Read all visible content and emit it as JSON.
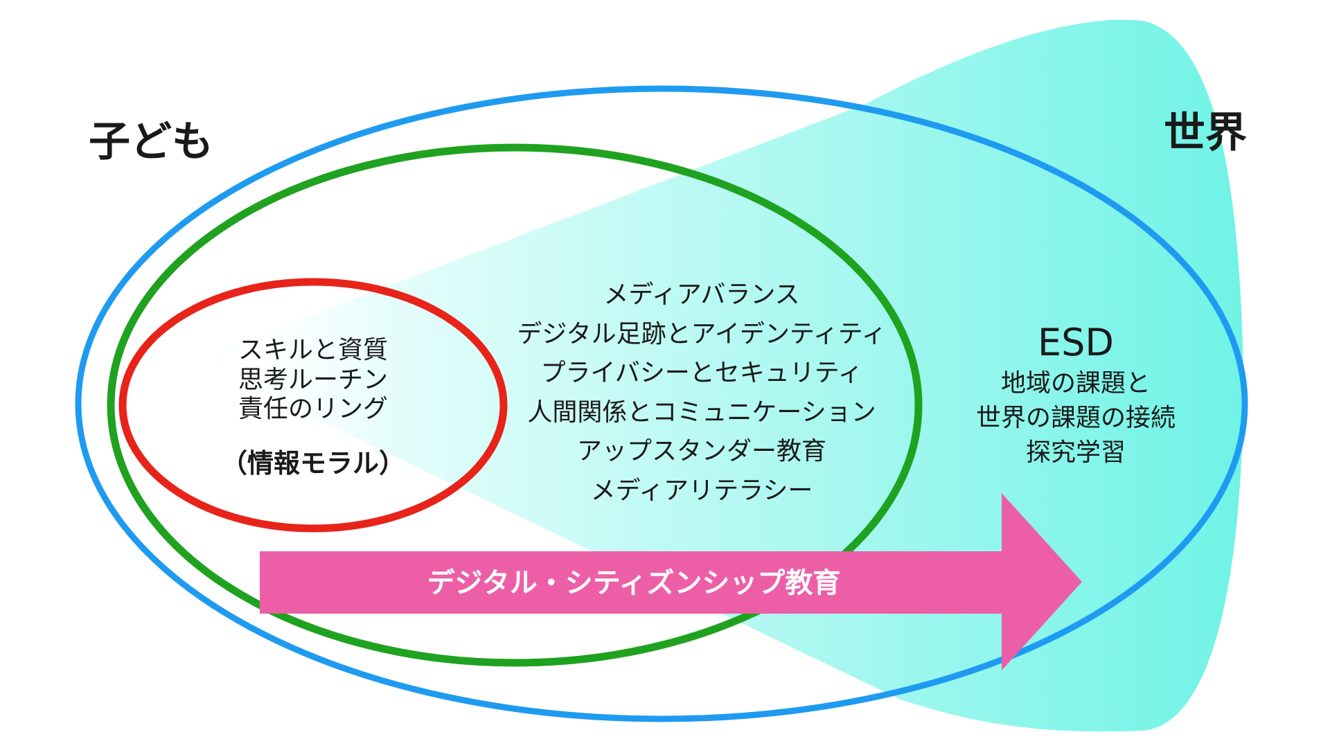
{
  "labels": {
    "child": "子ども",
    "world": "世界"
  },
  "inner_ring": {
    "lines": [
      "スキルと資質",
      "思考ルーチン",
      "責任のリング"
    ],
    "emphasis": "（情報モラル）"
  },
  "middle_ring": {
    "lines": [
      "メディアバランス",
      "デジタル足跡とアイデンティティ",
      "プライバシーとセキュリティ",
      "人間関係とコミュニケーション",
      "アップスタンダー教育",
      "メディアリテラシー"
    ]
  },
  "outer_ring": {
    "title": "ESD",
    "lines": [
      "地域の課題と",
      "世界の課題の接続",
      "探究学習"
    ]
  },
  "arrow": {
    "label": "デジタル・シティズンシップ教育"
  },
  "colors": {
    "outer_ring": "#1e9bf0",
    "middle_ring": "#1fa21f",
    "inner_ring": "#e8231a",
    "arrow": "#ec5fa7",
    "cone_light": "#ffffff",
    "cone_dark": "#6ff3e6"
  }
}
